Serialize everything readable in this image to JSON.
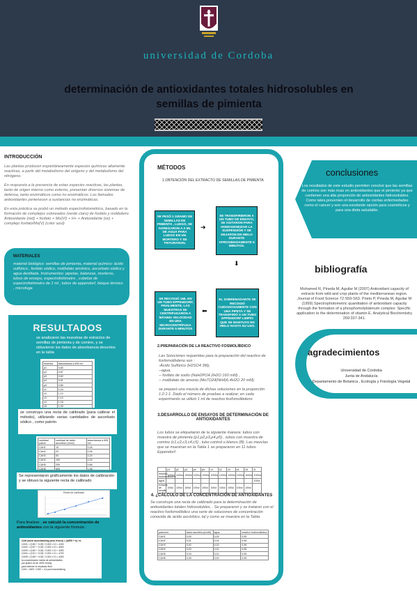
{
  "header": {
    "university": "universidad de Cordoba",
    "title_line1": "determinación de antioxidantes totales hidrosolubles en",
    "title_line2": "semillas de pimienta"
  },
  "intro": {
    "heading": "INTRODUCCIÓN",
    "p1": "Las plantas producen espontáneamente especies químicas altamente reactivas, a partir del metabolismo del oxígeno y del metabolismo del nitrógeno.",
    "p2": "En respuesta a la presencia de estas especies reactivas, las plantas, tanto de origen interno como externo, presentan diversos sistemas de defensa, tanto enzimáticos como no enzimáticos. Los llamados antioxidantes pertenecen a sustancias no enzimáticas.",
    "p3": "En esta práctica se probó un método espectrofotométrico, basado en la formación de complejos coloreados (verde claro) de fosfato y molibdeno Antioxidante (red) + fosfato + Mo(VI) + H+ + Antioxidante (ox) + complejo fosfato/Mo(V) (color azul)"
  },
  "materials": {
    "heading": "MATERIALES",
    "text": "material biológico: semillas de pimienta, material químico: ácido sulfúrico , fosfato sódico, molibdato amónico, ascorbato sódico y agua destilada. Instrumentos: pipetas, balanzas, morteros, tubos de ensayo, espectrofotómetro , cubetas de espectrofotómetro de 1 ml , tubos de eppendorf, bloque térmico , microfuga"
  },
  "results": {
    "heading": "RESULTADOS",
    "p1": "se analizaron las muestras de extractos de semillas de pimienta y de comino, y se obtuvieron los datos de absorbancia descritos en la tabla",
    "table1": {
      "headers": [
        "muestra",
        "absorbancia a 695 nm"
      ],
      "rows": [
        [
          "p1",
          "0,80"
        ],
        [
          "p2",
          "0,87"
        ],
        [
          "p3",
          "0,82"
        ],
        [
          "p4",
          "0,91"
        ],
        [
          "p5",
          "0,85"
        ],
        [
          "c1",
          "1,04"
        ],
        [
          "c2",
          "1,12"
        ],
        [
          "c3",
          "1,10"
        ],
        [
          "c4",
          "1,18"
        ],
        [
          "c5",
          "1,09"
        ]
      ]
    },
    "p2": "se construyo una recta de calibrado (para calibrar el método), utilizando varias cantidades de ascorbato sódico , como patrón",
    "table2": {
      "headers": [
        "cantidad patrón",
        "cantidad de ácido ascórbico (nmol)",
        "absorbancia a 695 nm"
      ],
      "rows": [
        [
          "CAH1",
          "10",
          "0,05"
        ],
        [
          "CAH2",
          "20",
          "0,06"
        ],
        [
          "CAH3",
          "50",
          "0,20"
        ],
        [
          "CAH4",
          "100",
          "0,33"
        ],
        [
          "CAH5",
          "200",
          "0,66"
        ],
        [
          "CAH6",
          "500",
          "1,06"
        ]
      ]
    },
    "p3": "Se representaron gráficamente los datos de calibración y se obtuvo la siguiente recta de calibrado",
    "chart_title": "Recta de calibrado",
    "p4_pre": "Para finalizar , ",
    "p4_bold": "se calculó la concentración de antioxidantes",
    "p4_post": " con la siguiente fórmula :",
    "formula_lines": [
      "CAH (nmol ascorbato/mg peso fresco) = (A695 + b) / m",
      "CAH1 = (0,80 + 0,03) / 0,002 x 10 = 4150",
      "CAH2 = (0,87 + 0,03) / 0,002 x 10 = 4500",
      "CAH3 = (0,82 + 0,03) / 0,002 x 10 = 4250",
      "CAH4 = (0,91 + 0,03) / 0,002 x 10 = 4700",
      "CAH5 = (0,85 + 0,03) / 0,002 x 10 = 4400",
      "la concentración media de antioxidantes",
      "por gramo es de 4400 nmol/g",
      "para obtener el resultado final",
      "CAH = 4400 / 1000 = 4,4 µmol ascorbato/g"
    ]
  },
  "metodos": {
    "heading": "MÉTODOS",
    "step1_heading": "1.OBTENCIÓN DEL EXTRACTO DE SEMILLAS DE PIMIENTA",
    "flow": [
      "SE PESÓ 1 GRAMO DE SEMILLAS DE PIMIENTA , LUEGO, SE AGREGARON A A ML DE AGUA PARA LUEGO EN UN MORTERO Y SE TRITURARON.",
      "SE TRANSFIRIERON A UN TUBO DE ENSAYO, SE AGITARON PARA HOMOGENEIZAR LA SUSPENSIÓN Y SE DEJARON EN HIELO DURANTE APROXIMADAMENTE 5 MINUTOS.",
      "SE RECOGIÓ 1ML EN UN TUBO EPPENDORF, FINALMENTE, LAS MUESTRAS SE CENTRIFUGARON A MÁXIMA VELOCIDAD EN UNA MICROCENTRÍFUGA DURANTE 5 MINUTOS",
      "EL SOBRENADANTE SE RECOGIÓ CUIDADOSAMENTE CON UNA PIPETA Y SE TRANSFIRIÓ A UN TUBO EPPENDORF LIMPIO QUE SE MANTUVO EN HIELO HASTA SU USO."
    ],
    "step2_heading": "2.PREPARACIÓN DE LA REACTIVO FOSMOLÍBDICO",
    "step2_lines": [
      "Las Soluciones requeridas para la preparación del reactivo de fosfomolibdeno son :",
      "-Ácido Sulfúrico (H2SO4 3M),",
      "--agua,",
      "-- fosfato de sodio (NaH2PO4.2H2O 160 mM) ,",
      "-- molibdato de amonio (Mo7O24(NH4)6.4H2O 20 mM).",
      "se preparó una mezcla de dichas soluciones en la proporción 1:2:1:1. Dado el número de pruebas a realizar, en cada experimento se utilizó 1 ml de reactivo fosfomolibdeno"
    ],
    "step3_heading": "3.DESARROLLO DE ENSAYOS DE DETERMINACIÓN DE ANTIOXIDANTES",
    "step3_text": "Los tubos se etiquetaron de la siguiente manera: tubos con muestra de pimienta (p1,p2,p3,p4,p5) , tubos con muestra de comino (c1,c2,c3,c4,c5) , tubo control o blanco (B). Las mezclas que se muestran en la Tabla 1 se prepararon en 11 tubos Eppendorf.",
    "table3": {
      "headers": [
        "",
        "p1",
        "p2",
        "p3",
        "p4",
        "p5",
        "c1",
        "c2",
        "c3",
        "c4",
        "c5",
        "B"
      ],
      "rows": [
        [
          "reactivo fosfomolibdeno",
          "1000ul",
          "1000ul",
          "1000ul",
          "1000ul",
          "1000ul",
          "1000ul",
          "1000ul",
          "1000ul",
          "1000ul",
          "1000ul",
          "1000ul"
        ],
        [
          "agua",
          "",
          "",
          "",
          "",
          "",
          "",
          "",
          "",
          "",
          "",
          "100ul"
        ],
        [
          "extracto de semilla",
          "100ul",
          "100ul",
          "100ul",
          "100ul",
          "100ul",
          "100ul",
          "100ul",
          "100ul",
          "100ul",
          "100ul",
          ""
        ]
      ]
    },
    "step4_heading": "4. ¿CÁLCULO DE LA CONCENTRACIÓN DE ANTIOXIDANTES",
    "step4_text": "Se construye una recta de calibrado para la determinación de antioxidantes totales hidrosolubles, . Se prepararon y se trataron con el reactivo fosfomolíbdico una serie de soluciones de concentración conocida de ácido ascórbico, tal y como se muestra en la Tabla",
    "table4": {
      "headers": [
        "patrones",
        "ácido ascórbico(1mM)",
        "agua",
        "reactivo fosfomolibdico"
      ],
      "rows": [
        [
          "CAH1",
          "0,00",
          "0,05",
          "0,95"
        ],
        [
          "CAH2",
          "0,01",
          "0,04",
          "0,95"
        ],
        [
          "CAH3",
          "0,02",
          "0,03",
          "0,95"
        ],
        [
          "CAH4",
          "0,03",
          "0,02",
          "0,95"
        ],
        [
          "CAH5",
          "0,04",
          "0,01",
          "0,95"
        ],
        [
          "CAH6",
          "0,05",
          "0,00",
          "0,95"
        ]
      ]
    }
  },
  "conclusiones": {
    "heading": "conclusiones",
    "text": "Los resultados de este estudio permiten concluir que las semillas de comino son más ricas en antioxidantes que el pimiento ya que contienen una alta proporción de antioxidantes hidrosolubles. Como tales,prevenien el desarrollo de ciertas enfermedades como el cancer y son una excelente opción para cosméticos y para una dieta saludable."
  },
  "bibliografia": {
    "heading": "bibliografía",
    "text": "Mohamed R, Pineda M, Aguilar M (2007) Antioxidant capacity of extracts from wild and crop plants of the mediterranean region. Journal of Food Science 72:S59-S63. Prieto P, Pineda M, Aguilar M (1999) Spectrophotometric quantitation of antioxidant capacity through the formation of a phosphomolybdenum complex: Specific application to the determination of vitamin E. Analytical Biochemistry 269:337-341."
  },
  "agradecimientos": {
    "heading": "agradecimientos",
    "lines": [
      "Universidad de Córdoba",
      "Junta de Andalucía",
      "Departamento de Botanica , Ecología y Fisiología Vegetal"
    ]
  },
  "colors": {
    "navy": "#2d3a4b",
    "teal": "#1aa3ad",
    "accent_text": "#1bb4bd"
  }
}
